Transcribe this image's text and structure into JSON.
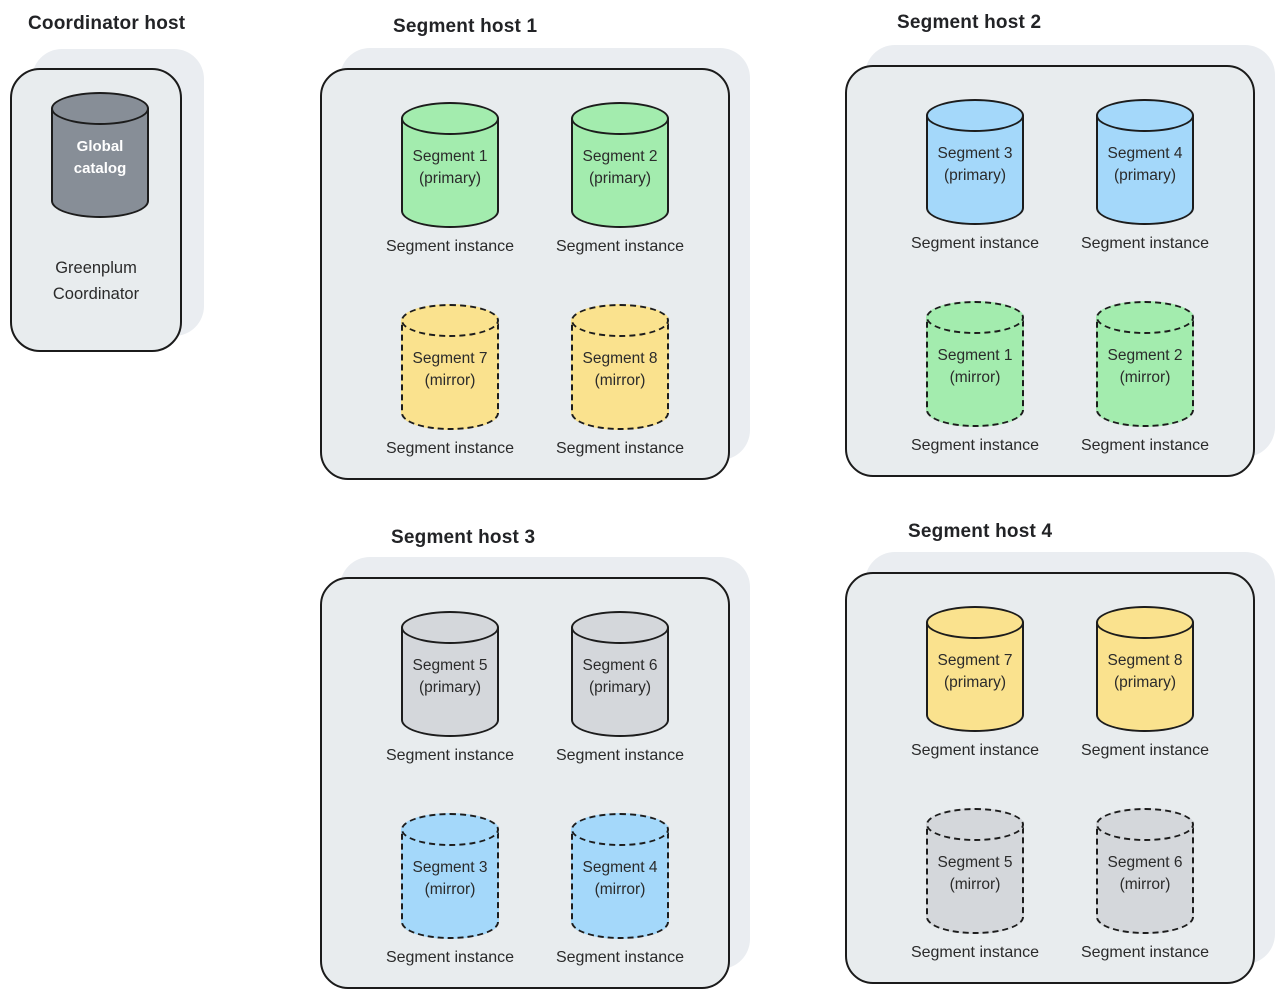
{
  "colors": {
    "host_fill": "#e8ecee",
    "host_shadow_fill": "#eaedf1",
    "outline": "#1b1b1b",
    "primary_green": "#a3ecae",
    "primary_blue": "#a4d8fa",
    "primary_yellow": "#fae28e",
    "primary_gray": "#d4d7db",
    "catalog_gray": "#878e97",
    "text": "#2a2a2a"
  },
  "coordinator": {
    "title": "Coordinator host",
    "cylinder": {
      "line1": "Global",
      "line2": "catalog",
      "fill": "#878e97",
      "border_style": "solid"
    },
    "caption_line1": "Greenplum",
    "caption_line2": "Coordinator"
  },
  "hosts": [
    {
      "title": "Segment host 1",
      "segments": [
        {
          "name": "Segment 1",
          "role": "(primary)",
          "fill": "#a3ecae",
          "border_style": "solid",
          "caption": "Segment instance"
        },
        {
          "name": "Segment 2",
          "role": "(primary)",
          "fill": "#a3ecae",
          "border_style": "solid",
          "caption": "Segment instance"
        },
        {
          "name": "Segment 7",
          "role": "(mirror)",
          "fill": "#fae28e",
          "border_style": "dashed",
          "caption": "Segment instance"
        },
        {
          "name": "Segment 8",
          "role": "(mirror)",
          "fill": "#fae28e",
          "border_style": "dashed",
          "caption": "Segment instance"
        }
      ]
    },
    {
      "title": "Segment host 2",
      "segments": [
        {
          "name": "Segment 3",
          "role": "(primary)",
          "fill": "#a4d8fa",
          "border_style": "solid",
          "caption": "Segment instance"
        },
        {
          "name": "Segment 4",
          "role": "(primary)",
          "fill": "#a4d8fa",
          "border_style": "solid",
          "caption": "Segment instance"
        },
        {
          "name": "Segment 1",
          "role": "(mirror)",
          "fill": "#a3ecae",
          "border_style": "dashed",
          "caption": "Segment instance"
        },
        {
          "name": "Segment 2",
          "role": "(mirror)",
          "fill": "#a3ecae",
          "border_style": "dashed",
          "caption": "Segment instance"
        }
      ]
    },
    {
      "title": "Segment host 3",
      "segments": [
        {
          "name": "Segment 5",
          "role": "(primary)",
          "fill": "#d4d7db",
          "border_style": "solid",
          "caption": "Segment instance"
        },
        {
          "name": "Segment 6",
          "role": "(primary)",
          "fill": "#d4d7db",
          "border_style": "solid",
          "caption": "Segment instance"
        },
        {
          "name": "Segment 3",
          "role": "(mirror)",
          "fill": "#a4d8fa",
          "border_style": "dashed",
          "caption": "Segment instance"
        },
        {
          "name": "Segment 4",
          "role": "(mirror)",
          "fill": "#a4d8fa",
          "border_style": "dashed",
          "caption": "Segment instance"
        }
      ]
    },
    {
      "title": "Segment host 4",
      "segments": [
        {
          "name": "Segment 7",
          "role": "(primary)",
          "fill": "#fae28e",
          "border_style": "solid",
          "caption": "Segment instance"
        },
        {
          "name": "Segment 8",
          "role": "(primary)",
          "fill": "#fae28e",
          "border_style": "solid",
          "caption": "Segment instance"
        },
        {
          "name": "Segment 5",
          "role": "(mirror)",
          "fill": "#d4d7db",
          "border_style": "dashed",
          "caption": "Segment instance"
        },
        {
          "name": "Segment 6",
          "role": "(mirror)",
          "fill": "#d4d7db",
          "border_style": "dashed",
          "caption": "Segment instance"
        }
      ]
    }
  ]
}
